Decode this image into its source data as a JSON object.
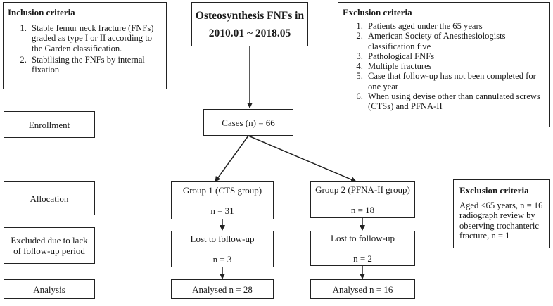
{
  "title": {
    "line1": "Osteosynthesis FNFs in",
    "line2": "2010.01 ~ 2018.05"
  },
  "inclusion": {
    "heading": "Inclusion criteria",
    "items": [
      "Stable femur neck fracture (FNFs) graded as type I or II according to the Garden classification.",
      "Stabilising the FNFs by internal fixation"
    ]
  },
  "exclusion_top": {
    "heading": "Exclusion criteria",
    "items": [
      "Patients aged under the 65 years",
      "American Society of Anesthesiologists classification five",
      "Pathological FNFs",
      "Multiple fractures",
      "Case that follow-up has not been completed for one year",
      "When using devise other than cannulated screws (CTSs) and PFNA-II"
    ]
  },
  "stages": {
    "enrollment": "Enrollment",
    "allocation": "Allocation",
    "excluded": "Excluded due to lack of follow-up period",
    "analysis": "Analysis"
  },
  "cases": "Cases (n) = 66",
  "group1": {
    "label": "Group 1 (CTS group)",
    "n": "n = 31",
    "lost_label": "Lost to follow-up",
    "lost_n": "n = 3",
    "analysed": "Analysed n = 28"
  },
  "group2": {
    "label": "Group 2 (PFNA-II group)",
    "n": "n = 18",
    "lost_label": "Lost to follow-up",
    "lost_n": "n = 2",
    "analysed": "Analysed n = 16"
  },
  "exclusion_side": {
    "heading": "Exclusion criteria",
    "text": "Aged <65 years, n = 16 radiograph review by observing trochanteric fracture, n = 1"
  },
  "colors": {
    "line": "#222222",
    "background": "#ffffff"
  }
}
